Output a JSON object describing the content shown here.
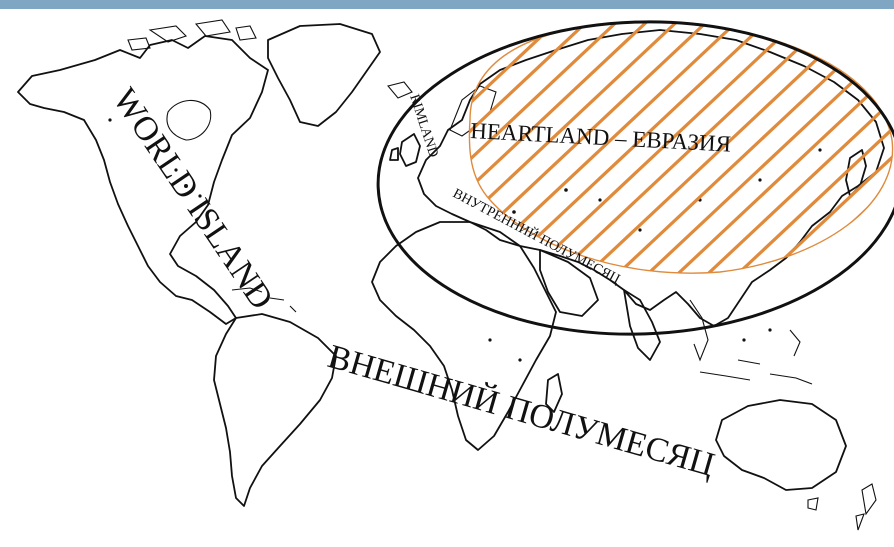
{
  "labels": {
    "world_island": "WORLD ISLAND",
    "heartland": "HEARTLAND – ЕВРАЗИЯ",
    "rimland": "RIMLAND",
    "inner_crescent": "ВНУТРЕННИЙ ПОЛУМЕСЯЦ",
    "outer_crescent": "ВНЕШНИЙ ПОЛУМЕСЯЦ"
  },
  "colors": {
    "hatch": "#e08a3c",
    "outline": "#111111",
    "top_bar": "#7fa7c4"
  }
}
